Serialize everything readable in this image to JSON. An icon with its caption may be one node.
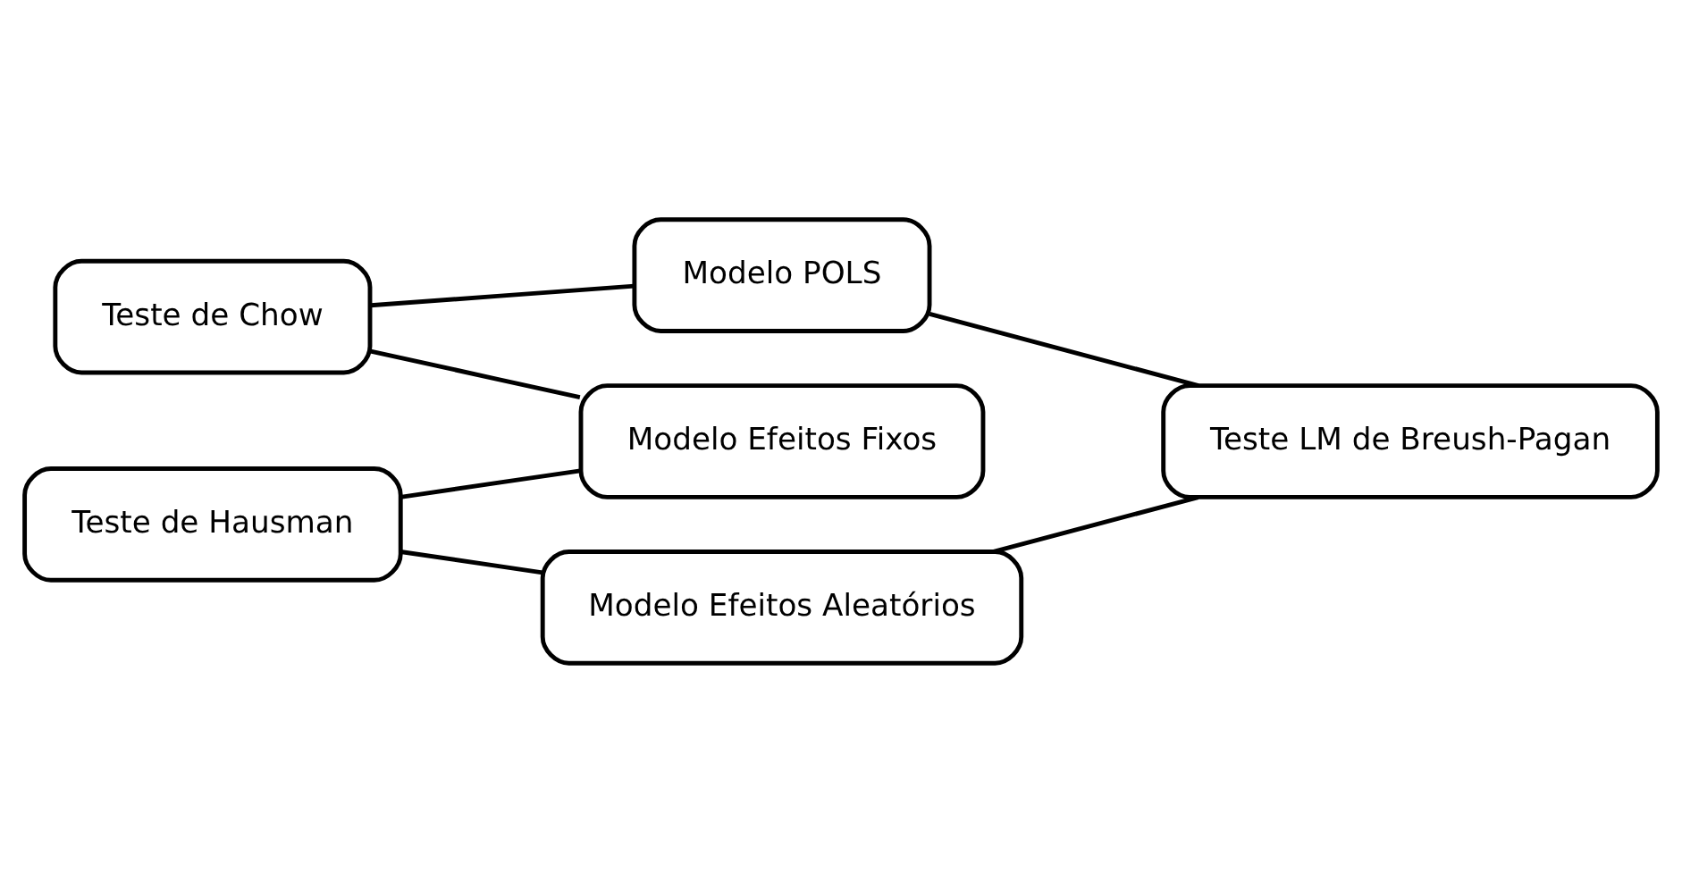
{
  "diagram": {
    "nodes": [
      {
        "text": [
          "Teste de Chow"
        ]
      },
      {
        "text": [
          "Teste de Hausman"
        ]
      },
      {
        "text": [
          "Modelo POLS"
        ]
      },
      {
        "text": [
          "Modelo Efeitos Fixos"
        ]
      },
      {
        "text": [
          "Modelo Efeitos Aleatórios"
        ]
      },
      {
        "text": [
          "Teste LM de Breush-Pagan"
        ]
      }
    ],
    "edges": [
      {
        "from": 0,
        "to": 2,
        "arrow": "none"
      },
      {
        "from": 0,
        "to": 3,
        "arrow": "none"
      },
      {
        "from": 1,
        "to": 3,
        "arrow": "none"
      },
      {
        "from": 1,
        "to": 4,
        "arrow": "none"
      },
      {
        "from": 2,
        "to": 5,
        "arrow": "none"
      },
      {
        "from": 4,
        "to": 5,
        "arrow": "none"
      }
    ]
  }
}
